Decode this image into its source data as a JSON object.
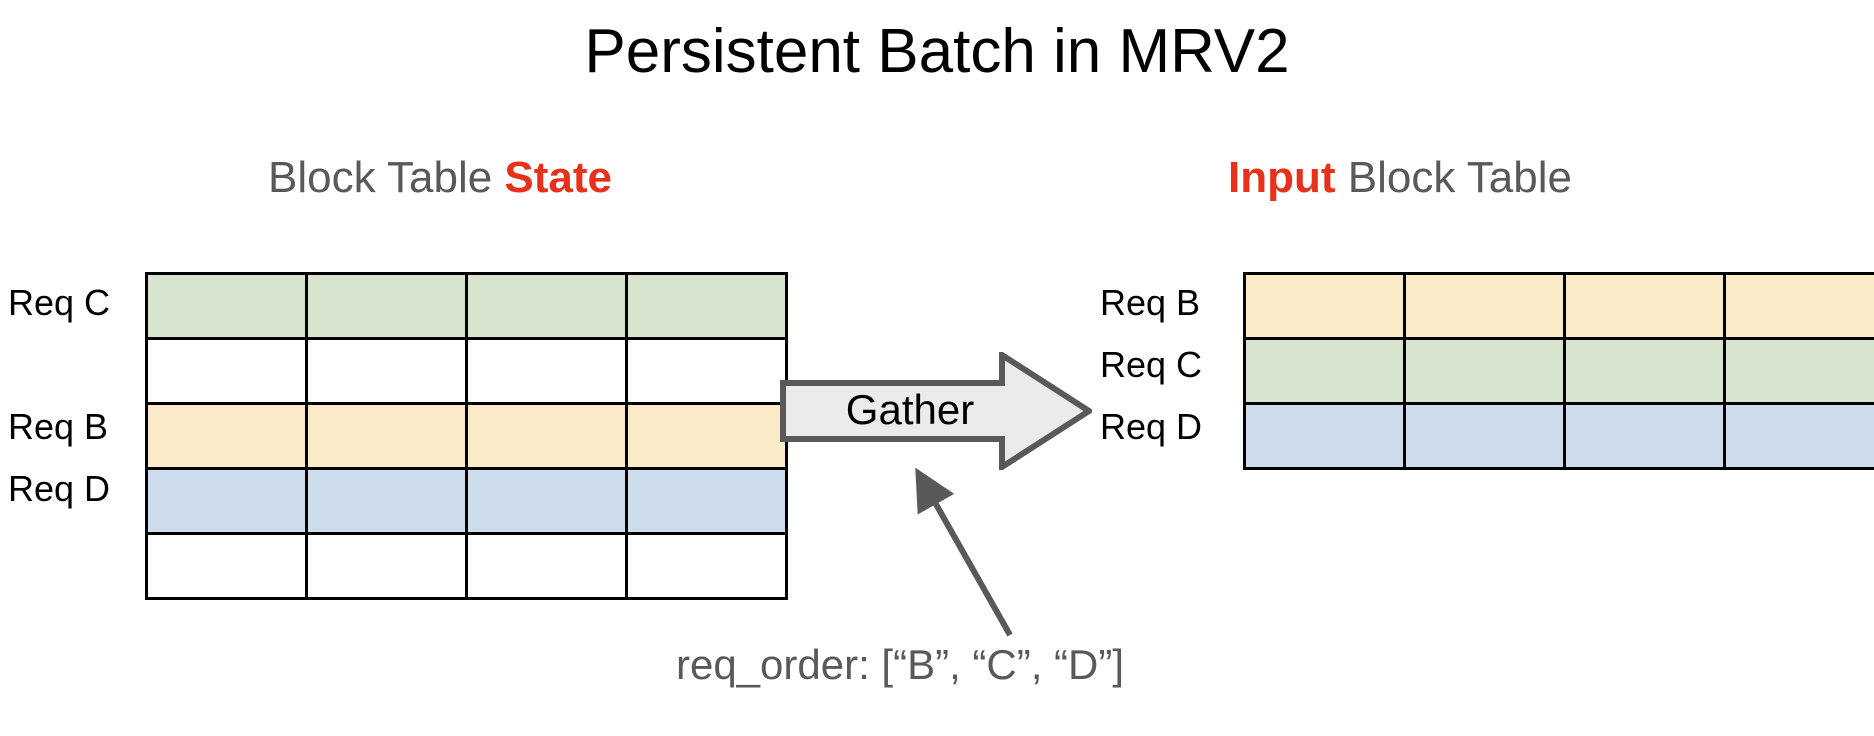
{
  "title": "Persistent Batch in MRV2",
  "headings": {
    "left": {
      "plain_before": "Block Table ",
      "highlight": "State",
      "plain_after": ""
    },
    "right": {
      "plain_before": "",
      "highlight": "Input",
      "plain_after": " Block Table"
    }
  },
  "colors": {
    "highlight_red": "#e8301a",
    "heading_gray": "#595959",
    "green_row": "#d7e4cd",
    "yellow_row": "#faeac8",
    "blue_row": "#ccdcec",
    "empty_row": "#ffffff",
    "border": "#000000",
    "arrow_fill": "#ebebeb",
    "arrow_stroke": "#595959",
    "caption_gray": "#595959"
  },
  "state_table": {
    "columns": 4,
    "rows": [
      {
        "label": "Req C",
        "fill": "#d7e4cd"
      },
      {
        "label": "",
        "fill": "#ffffff"
      },
      {
        "label": "Req B",
        "fill": "#faeac8"
      },
      {
        "label": "Req D",
        "fill": "#ccdcec"
      },
      {
        "label": "",
        "fill": "#ffffff"
      }
    ]
  },
  "input_table": {
    "columns": 4,
    "rows": [
      {
        "label": "Req B",
        "fill": "#faeac8"
      },
      {
        "label": "Req C",
        "fill": "#d7e4cd"
      },
      {
        "label": "Req D",
        "fill": "#ccdcec"
      }
    ]
  },
  "arrow": {
    "label": "Gather"
  },
  "caption": {
    "text": "req_order: [“B”, “C”, “D”]"
  }
}
